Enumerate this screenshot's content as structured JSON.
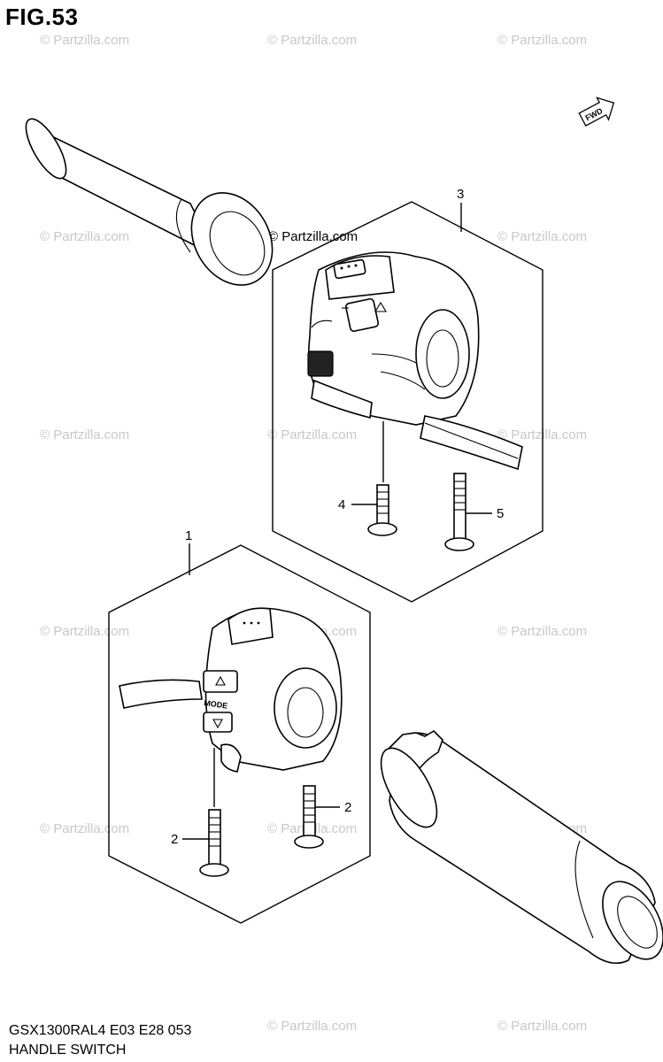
{
  "figure": {
    "title": "FIG.53"
  },
  "watermark": {
    "text": "© Partzilla.com",
    "prominent_text": "© Partzilla.com"
  },
  "fwd_badge": {
    "label": "FWD"
  },
  "callouts": {
    "part_1": "1",
    "part_2a": "2",
    "part_2b": "2",
    "part_3": "3",
    "part_4": "4",
    "part_5": "5"
  },
  "switch_labels": {
    "mode": "MODE"
  },
  "footer": {
    "model_code": "GSX1300RAL4  E03  E28  053",
    "section_name": "HANDLE SWITCH"
  }
}
